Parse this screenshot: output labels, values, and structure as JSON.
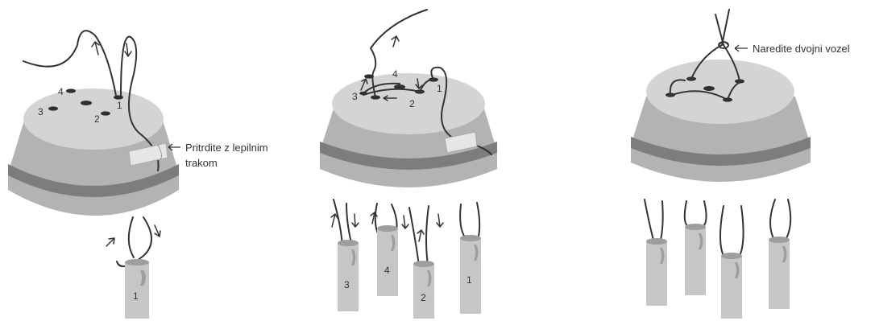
{
  "colors": {
    "pot_top": "#d4d4d4",
    "pot_body": "#b3b3b3",
    "pot_band": "#7d7d7d",
    "tube": "#c6c6c6",
    "string": "#333333",
    "hole": "#2f2f2f",
    "tape": "#e6e6e6",
    "text": "#333333"
  },
  "panel1": {
    "hole_labels": [
      "4",
      "3",
      "2",
      "1"
    ],
    "tube_label": "1",
    "callout_line1": "Pritrdite z lepilnim",
    "callout_line2": "trakom"
  },
  "panel2": {
    "hole_labels": [
      "4",
      "3",
      "2",
      "1"
    ],
    "tube_labels": [
      "3",
      "4",
      "2",
      "1"
    ]
  },
  "panel3": {
    "callout": "Naredite dvojni vozel"
  }
}
